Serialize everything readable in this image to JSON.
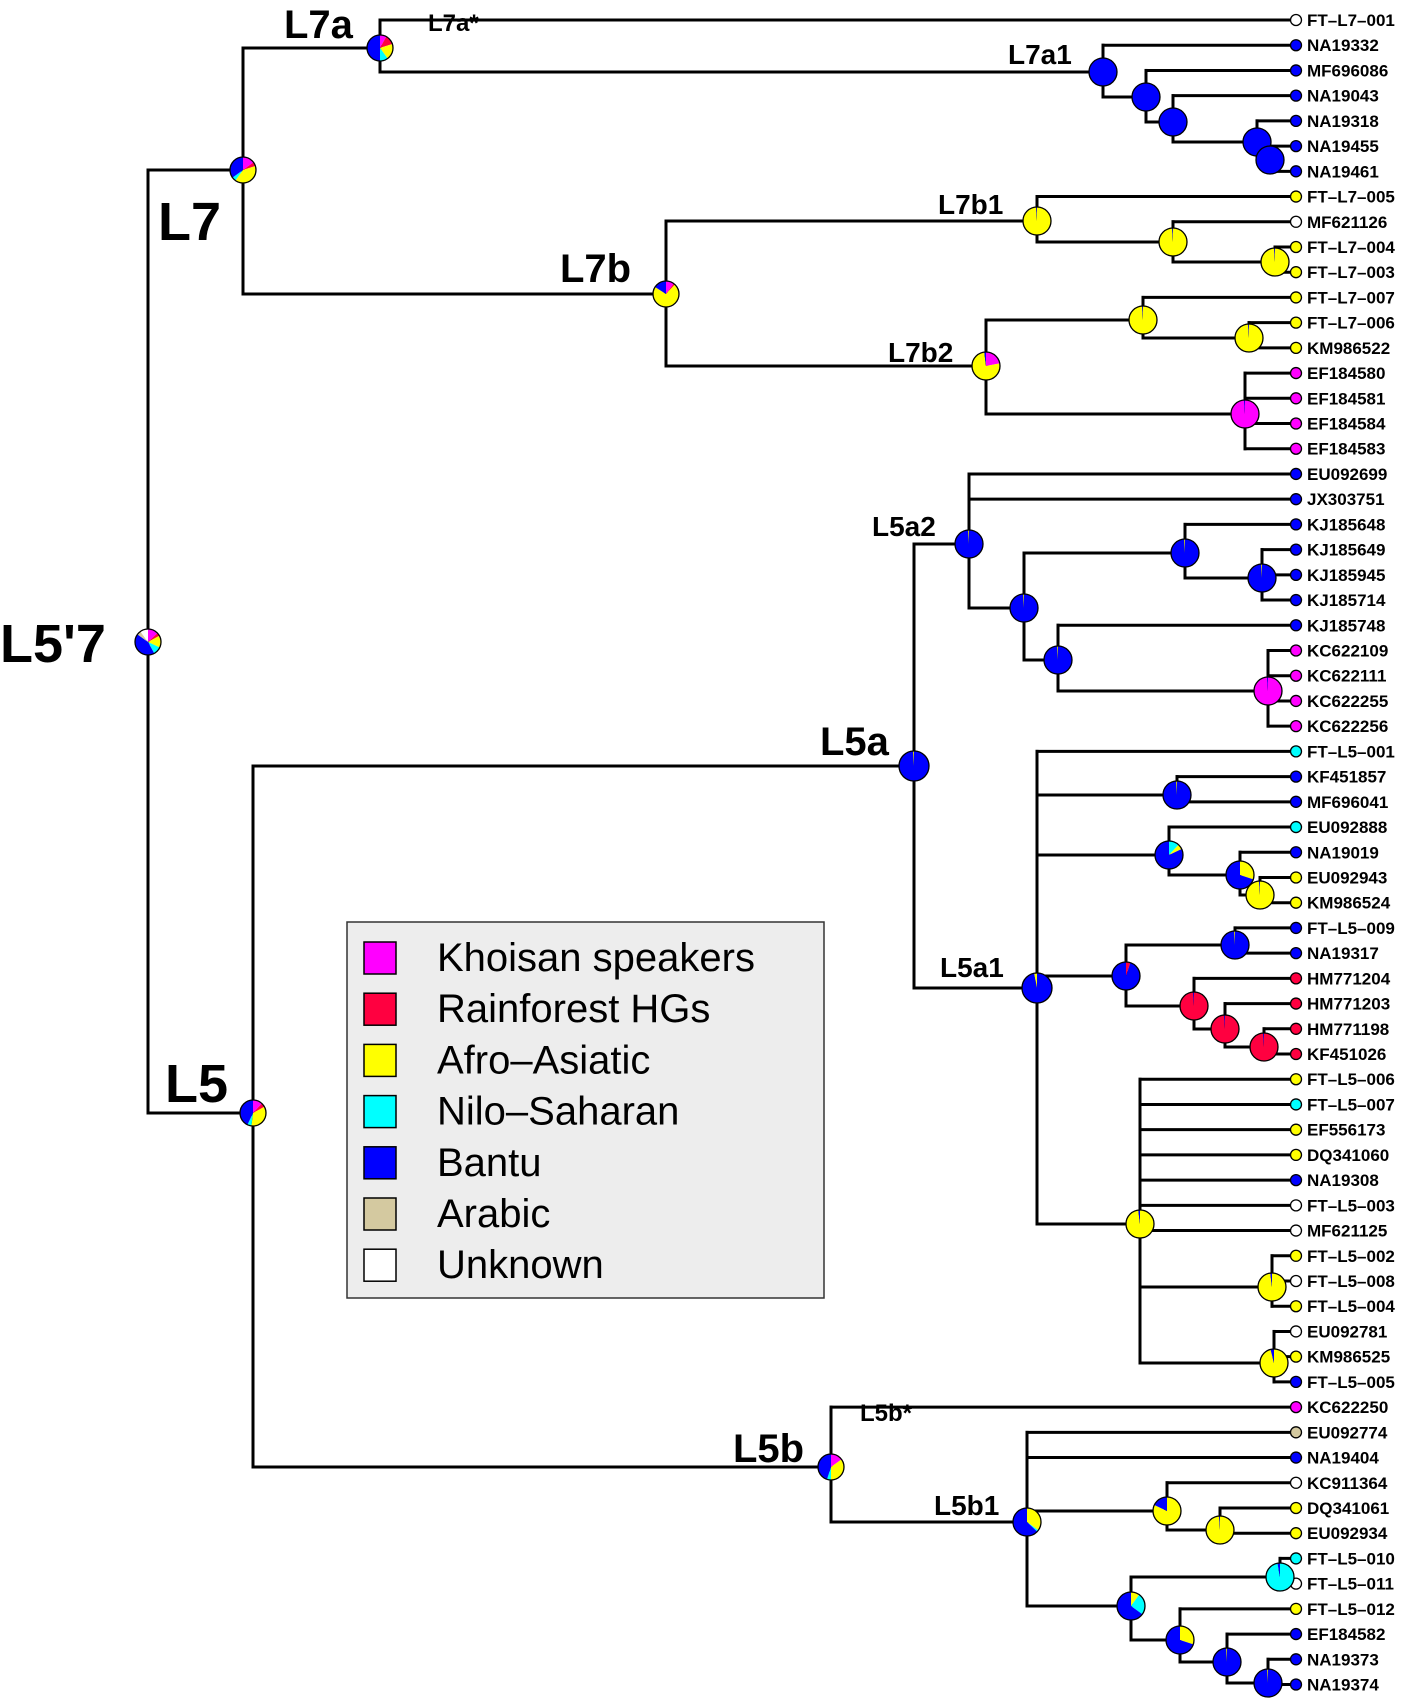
{
  "colors": {
    "K": "#ff00ff",
    "R": "#ff0040",
    "A": "#ffff00",
    "N": "#00ffff",
    "B": "#0000ff",
    "Ar": "#d4c9a0",
    "U": "#ffffff"
  },
  "legend": [
    {
      "key": "K",
      "label": "Khoisan speakers"
    },
    {
      "key": "R",
      "label": "Rainforest HGs"
    },
    {
      "key": "A",
      "label": "Afro–Asiatic"
    },
    {
      "key": "N",
      "label": "Nilo–Saharan"
    },
    {
      "key": "B",
      "label": "Bantu"
    },
    {
      "key": "Ar",
      "label": "Arabic"
    },
    {
      "key": "U",
      "label": "Unknown"
    }
  ],
  "clade_labels": {
    "L5_7": "L5'7",
    "L7": "L7",
    "L7a": "L7a",
    "L7a_star": "L7a*",
    "L7a1": "L7a1",
    "L7b": "L7b",
    "L7b1": "L7b1",
    "L7b2": "L7b2",
    "L5": "L5",
    "L5a": "L5a",
    "L5a1": "L5a1",
    "L5a2": "L5a2",
    "L5b": "L5b",
    "L5b_star": "L5b*",
    "L5b1": "L5b1"
  },
  "tips": [
    {
      "name": "FT–L7–001",
      "group": "U"
    },
    {
      "name": "NA19332",
      "group": "B"
    },
    {
      "name": "MF696086",
      "group": "B"
    },
    {
      "name": "NA19043",
      "group": "B"
    },
    {
      "name": "NA19318",
      "group": "B"
    },
    {
      "name": "NA19455",
      "group": "B"
    },
    {
      "name": "NA19461",
      "group": "B"
    },
    {
      "name": "FT–L7–005",
      "group": "A"
    },
    {
      "name": "MF621126",
      "group": "U"
    },
    {
      "name": "FT–L7–004",
      "group": "A"
    },
    {
      "name": "FT–L7–003",
      "group": "A"
    },
    {
      "name": "FT–L7–007",
      "group": "A"
    },
    {
      "name": "FT–L7–006",
      "group": "A"
    },
    {
      "name": "KM986522",
      "group": "A"
    },
    {
      "name": "EF184580",
      "group": "K"
    },
    {
      "name": "EF184581",
      "group": "K"
    },
    {
      "name": "EF184584",
      "group": "K"
    },
    {
      "name": "EF184583",
      "group": "K"
    },
    {
      "name": "EU092699",
      "group": "B"
    },
    {
      "name": "JX303751",
      "group": "B"
    },
    {
      "name": "KJ185648",
      "group": "B"
    },
    {
      "name": "KJ185649",
      "group": "B"
    },
    {
      "name": "KJ185945",
      "group": "B"
    },
    {
      "name": "KJ185714",
      "group": "B"
    },
    {
      "name": "KJ185748",
      "group": "B"
    },
    {
      "name": "KC622109",
      "group": "K"
    },
    {
      "name": "KC622111",
      "group": "K"
    },
    {
      "name": "KC622255",
      "group": "K"
    },
    {
      "name": "KC622256",
      "group": "K"
    },
    {
      "name": "FT–L5–001",
      "group": "N"
    },
    {
      "name": "KF451857",
      "group": "B"
    },
    {
      "name": "MF696041",
      "group": "B"
    },
    {
      "name": "EU092888",
      "group": "N"
    },
    {
      "name": "NA19019",
      "group": "B"
    },
    {
      "name": "EU092943",
      "group": "A"
    },
    {
      "name": "KM986524",
      "group": "A"
    },
    {
      "name": "FT–L5–009",
      "group": "B"
    },
    {
      "name": "NA19317",
      "group": "B"
    },
    {
      "name": "HM771204",
      "group": "R"
    },
    {
      "name": "HM771203",
      "group": "R"
    },
    {
      "name": "HM771198",
      "group": "R"
    },
    {
      "name": "KF451026",
      "group": "R"
    },
    {
      "name": "FT–L5–006",
      "group": "A"
    },
    {
      "name": "FT–L5–007",
      "group": "N"
    },
    {
      "name": "EF556173",
      "group": "A"
    },
    {
      "name": "DQ341060",
      "group": "A"
    },
    {
      "name": "NA19308",
      "group": "B"
    },
    {
      "name": "FT–L5–003",
      "group": "U"
    },
    {
      "name": "MF621125",
      "group": "U"
    },
    {
      "name": "FT–L5–002",
      "group": "A"
    },
    {
      "name": "FT–L5–008",
      "group": "U"
    },
    {
      "name": "FT–L5–004",
      "group": "A"
    },
    {
      "name": "EU092781",
      "group": "U"
    },
    {
      "name": "KM986525",
      "group": "A"
    },
    {
      "name": "FT–L5–005",
      "group": "B"
    },
    {
      "name": "KC622250",
      "group": "K"
    },
    {
      "name": "EU092774",
      "group": "Ar"
    },
    {
      "name": "NA19404",
      "group": "B"
    },
    {
      "name": "KC911364",
      "group": "U"
    },
    {
      "name": "DQ341061",
      "group": "A"
    },
    {
      "name": "EU092934",
      "group": "A"
    },
    {
      "name": "FT–L5–010",
      "group": "N"
    },
    {
      "name": "FT–L5–011",
      "group": "U"
    },
    {
      "name": "FT–L5–012",
      "group": "A"
    },
    {
      "name": "EF184582",
      "group": "B"
    },
    {
      "name": "NA19373",
      "group": "B"
    },
    {
      "name": "NA19374",
      "group": "B"
    }
  ],
  "node_pies": {
    "L5_7": [
      [
        "K",
        0.13
      ],
      [
        "R",
        0.04
      ],
      [
        "A",
        0.15
      ],
      [
        "N",
        0.1
      ],
      [
        "B",
        0.43
      ],
      [
        "Ar",
        0.05
      ],
      [
        "U",
        0.1
      ]
    ],
    "L7": [
      [
        "K",
        0.15
      ],
      [
        "R",
        0.05
      ],
      [
        "A",
        0.4
      ],
      [
        "N",
        0.05
      ],
      [
        "B",
        0.35
      ]
    ],
    "L7a": [
      [
        "K",
        0.08
      ],
      [
        "R",
        0.12
      ],
      [
        "A",
        0.2
      ],
      [
        "N",
        0.1
      ],
      [
        "B",
        0.5
      ]
    ],
    "L7a1": [
      [
        "B",
        1.0
      ]
    ],
    "L7a1_a": [
      [
        "B",
        1.0
      ]
    ],
    "L7a1_b": [
      [
        "B",
        1.0
      ]
    ],
    "L7a1_c": [
      [
        "B",
        1.0
      ]
    ],
    "L7a1_d": [
      [
        "B",
        1.0
      ]
    ],
    "L7b": [
      [
        "K",
        0.1
      ],
      [
        "R",
        0.02
      ],
      [
        "A",
        0.72
      ],
      [
        "B",
        0.16
      ]
    ],
    "L7b1": [
      [
        "A",
        0.99
      ],
      [
        "B",
        0.01
      ]
    ],
    "L7b1_a": [
      [
        "A",
        0.99
      ],
      [
        "B",
        0.01
      ]
    ],
    "L7b1_b": [
      [
        "A",
        0.99
      ],
      [
        "B",
        0.01
      ]
    ],
    "L7b2": [
      [
        "K",
        0.22
      ],
      [
        "A",
        0.76
      ],
      [
        "B",
        0.02
      ]
    ],
    "L7b2_a": [
      [
        "A",
        0.99
      ],
      [
        "B",
        0.01
      ]
    ],
    "L7b2_b": [
      [
        "A",
        0.99
      ],
      [
        "B",
        0.01
      ]
    ],
    "L7b2_c": [
      [
        "K",
        0.99
      ],
      [
        "B",
        0.01
      ]
    ],
    "L5": [
      [
        "K",
        0.12
      ],
      [
        "R",
        0.05
      ],
      [
        "A",
        0.35
      ],
      [
        "N",
        0.05
      ],
      [
        "B",
        0.43
      ]
    ],
    "L5a": [
      [
        "B",
        0.99
      ],
      [
        "A",
        0.01
      ]
    ],
    "L5a2": [
      [
        "B",
        0.99
      ],
      [
        "A",
        0.01
      ]
    ],
    "L5a2_a": [
      [
        "B",
        0.99
      ],
      [
        "A",
        0.01
      ]
    ],
    "L5a2_b": [
      [
        "B",
        0.99
      ],
      [
        "A",
        0.01
      ]
    ],
    "L5a2_c": [
      [
        "B",
        0.99
      ],
      [
        "A",
        0.01
      ]
    ],
    "L5a2_d": [
      [
        "B",
        0.99
      ],
      [
        "A",
        0.01
      ]
    ],
    "L5a2_e": [
      [
        "K",
        0.99
      ],
      [
        "B",
        0.01
      ]
    ],
    "L5a1": [
      [
        "B",
        0.97
      ],
      [
        "A",
        0.03
      ]
    ],
    "L5a1_a": [
      [
        "B",
        0.99
      ],
      [
        "A",
        0.01
      ]
    ],
    "L5a1_b": [
      [
        "N",
        0.12
      ],
      [
        "A",
        0.06
      ],
      [
        "B",
        0.82
      ]
    ],
    "L5a1_c": [
      [
        "A",
        0.3
      ],
      [
        "B",
        0.7
      ]
    ],
    "L5a1_d": [
      [
        "A",
        0.99
      ],
      [
        "B",
        0.01
      ]
    ],
    "L5a1_e": [
      [
        "R",
        0.05
      ],
      [
        "B",
        0.95
      ]
    ],
    "L5a1_f": [
      [
        "B",
        0.99
      ],
      [
        "A",
        0.01
      ]
    ],
    "L5a1_g": [
      [
        "R",
        0.99
      ],
      [
        "B",
        0.01
      ]
    ],
    "L5a1_h": [
      [
        "R",
        0.99
      ],
      [
        "B",
        0.01
      ]
    ],
    "L5a1_i": [
      [
        "R",
        0.99
      ],
      [
        "B",
        0.01
      ]
    ],
    "L5a1_j": [
      [
        "A",
        0.98
      ],
      [
        "B",
        0.02
      ]
    ],
    "L5a1_k": [
      [
        "A",
        0.98
      ],
      [
        "B",
        0.02
      ]
    ],
    "L5a1_l": [
      [
        "A",
        0.96
      ],
      [
        "B",
        0.04
      ]
    ],
    "L5b": [
      [
        "K",
        0.15
      ],
      [
        "A",
        0.35
      ],
      [
        "N",
        0.05
      ],
      [
        "B",
        0.45
      ]
    ],
    "L5b1": [
      [
        "A",
        0.35
      ],
      [
        "N",
        0.02
      ],
      [
        "B",
        0.63
      ]
    ],
    "L5b1_a": [
      [
        "A",
        0.82
      ],
      [
        "B",
        0.18
      ]
    ],
    "L5b1_b": [
      [
        "A",
        0.99
      ],
      [
        "B",
        0.01
      ]
    ],
    "L5b1_c": [
      [
        "A",
        0.1
      ],
      [
        "N",
        0.25
      ],
      [
        "B",
        0.65
      ]
    ],
    "L5b1_d": [
      [
        "N",
        0.97
      ],
      [
        "B",
        0.03
      ]
    ],
    "L5b1_e": [
      [
        "A",
        0.3
      ],
      [
        "B",
        0.7
      ]
    ],
    "L5b1_f": [
      [
        "B",
        0.99
      ],
      [
        "A",
        0.01
      ]
    ],
    "L5b1_g": [
      [
        "B",
        0.99
      ],
      [
        "A",
        0.01
      ]
    ]
  }
}
